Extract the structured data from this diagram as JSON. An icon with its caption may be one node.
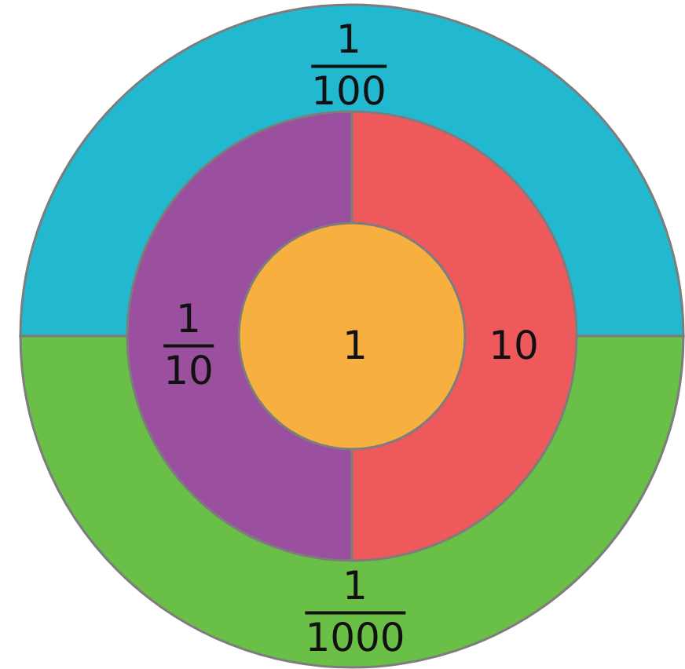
{
  "diagram": {
    "nodes": [
      {
        "text": [
          "1",
          "100"
        ]
      },
      {
        "text": [
          "1",
          "1000"
        ]
      },
      {
        "text": [
          "1",
          "10"
        ]
      },
      {
        "text": [
          "10"
        ]
      },
      {
        "text": [
          "1"
        ]
      }
    ]
  }
}
